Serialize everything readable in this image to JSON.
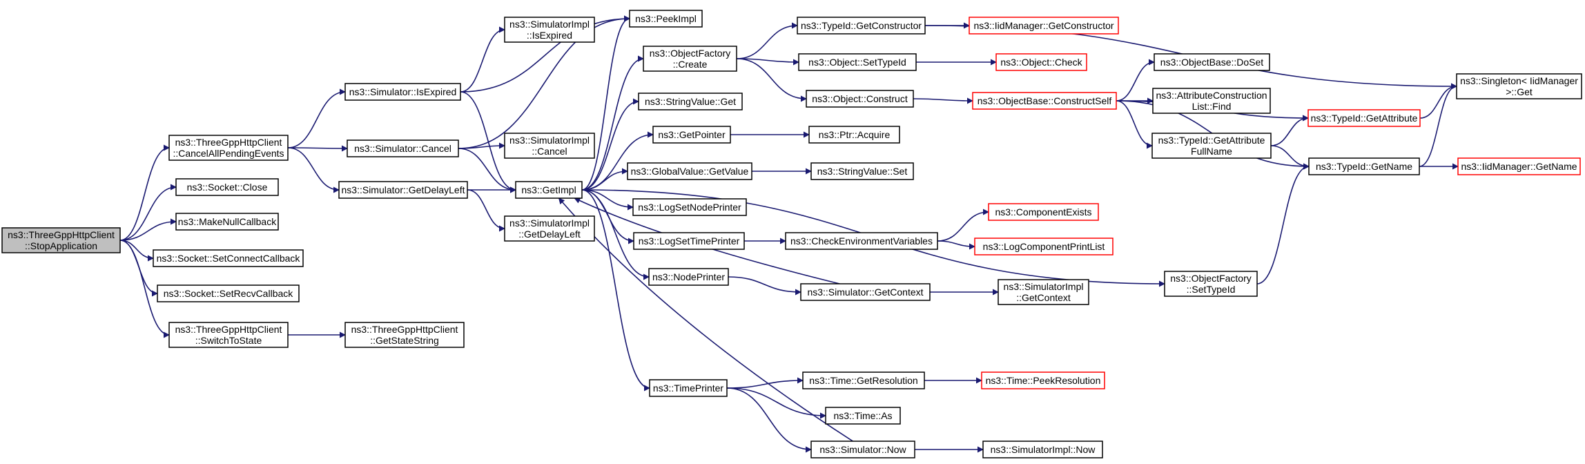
{
  "colors": {
    "edge": "#191970",
    "node_border": "#000000",
    "node_border_external": "#ff0000",
    "node_fill": "#ffffff",
    "root_fill": "#bfbfbf"
  },
  "nodes": [
    {
      "id": "root",
      "lines": [
        "ns3::ThreeGppHttpClient",
        "::StopApplication"
      ],
      "style": "root"
    },
    {
      "id": "cancelall",
      "lines": [
        "ns3::ThreeGppHttpClient",
        "::CancelAllPendingEvents"
      ],
      "style": "normal"
    },
    {
      "id": "sockclose",
      "lines": [
        "ns3::Socket::Close"
      ],
      "style": "normal"
    },
    {
      "id": "makenull",
      "lines": [
        "ns3::MakeNullCallback"
      ],
      "style": "normal"
    },
    {
      "id": "setconnect",
      "lines": [
        "ns3::Socket::SetConnectCallback"
      ],
      "style": "normal"
    },
    {
      "id": "setrecv",
      "lines": [
        "ns3::Socket::SetRecvCallback"
      ],
      "style": "normal"
    },
    {
      "id": "switchstate",
      "lines": [
        "ns3::ThreeGppHttpClient",
        "::SwitchToState"
      ],
      "style": "normal"
    },
    {
      "id": "isexpired",
      "lines": [
        "ns3::Simulator::IsExpired"
      ],
      "style": "normal"
    },
    {
      "id": "simcancel",
      "lines": [
        "ns3::Simulator::Cancel"
      ],
      "style": "normal"
    },
    {
      "id": "getdelayleft",
      "lines": [
        "ns3::Simulator::GetDelayLeft"
      ],
      "style": "normal"
    },
    {
      "id": "getstatestr",
      "lines": [
        "ns3::ThreeGppHttpClient",
        "::GetStateString"
      ],
      "style": "normal"
    },
    {
      "id": "impl_isexpired",
      "lines": [
        "ns3::SimulatorImpl",
        "::IsExpired"
      ],
      "style": "normal"
    },
    {
      "id": "impl_cancel",
      "lines": [
        "ns3::SimulatorImpl",
        "::Cancel"
      ],
      "style": "normal"
    },
    {
      "id": "impl_delayleft",
      "lines": [
        "ns3::SimulatorImpl",
        "::GetDelayLeft"
      ],
      "style": "normal"
    },
    {
      "id": "getimpl",
      "lines": [
        "ns3::GetImpl"
      ],
      "style": "normal"
    },
    {
      "id": "peekimpl",
      "lines": [
        "ns3::PeekImpl"
      ],
      "style": "normal"
    },
    {
      "id": "ofcreate",
      "lines": [
        "ns3::ObjectFactory",
        "::Create"
      ],
      "style": "normal"
    },
    {
      "id": "strget",
      "lines": [
        "ns3::StringValue::Get"
      ],
      "style": "normal"
    },
    {
      "id": "getpointer",
      "lines": [
        "ns3::GetPointer"
      ],
      "style": "normal"
    },
    {
      "id": "gvgetvalue",
      "lines": [
        "ns3::GlobalValue::GetValue"
      ],
      "style": "normal"
    },
    {
      "id": "lognodeprinter",
      "lines": [
        "ns3::LogSetNodePrinter"
      ],
      "style": "normal"
    },
    {
      "id": "logtimeprinter",
      "lines": [
        "ns3::LogSetTimePrinter"
      ],
      "style": "normal"
    },
    {
      "id": "nodeprinter",
      "lines": [
        "ns3::NodePrinter"
      ],
      "style": "normal"
    },
    {
      "id": "timeprinter",
      "lines": [
        "ns3::TimePrinter"
      ],
      "style": "normal"
    },
    {
      "id": "tidgetctor",
      "lines": [
        "ns3::TypeId::GetConstructor"
      ],
      "style": "normal"
    },
    {
      "id": "objsettid",
      "lines": [
        "ns3::Object::SetTypeId"
      ],
      "style": "normal"
    },
    {
      "id": "objconstruct",
      "lines": [
        "ns3::Object::Construct"
      ],
      "style": "normal"
    },
    {
      "id": "ptracquire",
      "lines": [
        "ns3::Ptr::Acquire"
      ],
      "style": "normal"
    },
    {
      "id": "strset",
      "lines": [
        "ns3::StringValue::Set"
      ],
      "style": "normal"
    },
    {
      "id": "checkenv",
      "lines": [
        "ns3::CheckEnvironmentVariables"
      ],
      "style": "normal"
    },
    {
      "id": "simgetctx",
      "lines": [
        "ns3::Simulator::GetContext"
      ],
      "style": "normal"
    },
    {
      "id": "timegetres",
      "lines": [
        "ns3::Time::GetResolution"
      ],
      "style": "normal"
    },
    {
      "id": "timeas",
      "lines": [
        "ns3::Time::As"
      ],
      "style": "normal"
    },
    {
      "id": "simnow",
      "lines": [
        "ns3::Simulator::Now"
      ],
      "style": "normal"
    },
    {
      "id": "iidgetctor",
      "lines": [
        "ns3::IidManager::GetConstructor"
      ],
      "style": "external"
    },
    {
      "id": "objcheck",
      "lines": [
        "ns3::Object::Check"
      ],
      "style": "external"
    },
    {
      "id": "constructself",
      "lines": [
        "ns3::ObjectBase::ConstructSelf"
      ],
      "style": "external"
    },
    {
      "id": "compexists",
      "lines": [
        "ns3::ComponentExists"
      ],
      "style": "external"
    },
    {
      "id": "logcompprint",
      "lines": [
        "ns3::LogComponentPrintList"
      ],
      "style": "external"
    },
    {
      "id": "implgetctx",
      "lines": [
        "ns3::SimulatorImpl",
        "::GetContext"
      ],
      "style": "normal"
    },
    {
      "id": "peekres",
      "lines": [
        "ns3::Time::PeekResolution"
      ],
      "style": "external"
    },
    {
      "id": "implnow",
      "lines": [
        "ns3::SimulatorImpl::Now"
      ],
      "style": "normal"
    },
    {
      "id": "objdoset",
      "lines": [
        "ns3::ObjectBase::DoSet"
      ],
      "style": "normal"
    },
    {
      "id": "acfind",
      "lines": [
        "ns3::AttributeConstruction",
        "List::Find"
      ],
      "style": "normal"
    },
    {
      "id": "tidgetattrfull",
      "lines": [
        "ns3::TypeId::GetAttribute",
        "FullName"
      ],
      "style": "normal"
    },
    {
      "id": "ofsettid",
      "lines": [
        "ns3::ObjectFactory",
        "::SetTypeId"
      ],
      "style": "normal"
    },
    {
      "id": "tidgetattr",
      "lines": [
        "ns3::TypeId::GetAttribute"
      ],
      "style": "external"
    },
    {
      "id": "tidgetname",
      "lines": [
        "ns3::TypeId::GetName"
      ],
      "style": "normal"
    },
    {
      "id": "singletonget",
      "lines": [
        "ns3::Singleton< IidManager",
        ">::Get"
      ],
      "style": "normal"
    },
    {
      "id": "iidgetname",
      "lines": [
        "ns3::IidManager::GetName"
      ],
      "style": "external"
    }
  ],
  "edges": [
    [
      "root",
      "cancelall"
    ],
    [
      "root",
      "sockclose"
    ],
    [
      "root",
      "makenull"
    ],
    [
      "root",
      "setconnect"
    ],
    [
      "root",
      "setrecv"
    ],
    [
      "root",
      "switchstate"
    ],
    [
      "cancelall",
      "isexpired"
    ],
    [
      "cancelall",
      "simcancel"
    ],
    [
      "cancelall",
      "getdelayleft"
    ],
    [
      "switchstate",
      "getstatestr"
    ],
    [
      "isexpired",
      "impl_isexpired"
    ],
    [
      "isexpired",
      "getimpl"
    ],
    [
      "isexpired",
      "peekimpl"
    ],
    [
      "simcancel",
      "impl_cancel"
    ],
    [
      "simcancel",
      "getimpl"
    ],
    [
      "simcancel",
      "peekimpl"
    ],
    [
      "getdelayleft",
      "getimpl"
    ],
    [
      "getdelayleft",
      "impl_delayleft"
    ],
    [
      "getimpl",
      "peekimpl"
    ],
    [
      "getimpl",
      "ofcreate"
    ],
    [
      "getimpl",
      "strget"
    ],
    [
      "getimpl",
      "getpointer"
    ],
    [
      "getimpl",
      "gvgetvalue"
    ],
    [
      "getimpl",
      "lognodeprinter"
    ],
    [
      "getimpl",
      "logtimeprinter"
    ],
    [
      "getimpl",
      "nodeprinter"
    ],
    [
      "getimpl",
      "timeprinter"
    ],
    [
      "getimpl",
      "ofsettid"
    ],
    [
      "ofcreate",
      "tidgetctor"
    ],
    [
      "ofcreate",
      "objsettid"
    ],
    [
      "ofcreate",
      "objconstruct"
    ],
    [
      "getpointer",
      "ptracquire"
    ],
    [
      "gvgetvalue",
      "strset"
    ],
    [
      "logtimeprinter",
      "checkenv"
    ],
    [
      "nodeprinter",
      "simgetctx"
    ],
    [
      "timeprinter",
      "timegetres"
    ],
    [
      "timeprinter",
      "timeas"
    ],
    [
      "timeprinter",
      "simnow"
    ],
    [
      "tidgetctor",
      "iidgetctor"
    ],
    [
      "tidgetctor",
      "singletonget"
    ],
    [
      "objsettid",
      "objcheck"
    ],
    [
      "objconstruct",
      "constructself"
    ],
    [
      "checkenv",
      "compexists"
    ],
    [
      "checkenv",
      "logcompprint"
    ],
    [
      "simgetctx",
      "implgetctx"
    ],
    [
      "simgetctx",
      "getimpl"
    ],
    [
      "timegetres",
      "peekres"
    ],
    [
      "simnow",
      "implnow"
    ],
    [
      "simnow",
      "getimpl"
    ],
    [
      "constructself",
      "objdoset"
    ],
    [
      "constructself",
      "acfind"
    ],
    [
      "constructself",
      "tidgetattrfull"
    ],
    [
      "constructself",
      "tidgetattr"
    ],
    [
      "constructself",
      "tidgetname"
    ],
    [
      "tidgetattrfull",
      "tidgetattr"
    ],
    [
      "tidgetattrfull",
      "tidgetname"
    ],
    [
      "ofsettid",
      "tidgetname"
    ],
    [
      "tidgetattr",
      "singletonget"
    ],
    [
      "tidgetname",
      "singletonget"
    ],
    [
      "tidgetname",
      "iidgetname"
    ]
  ]
}
